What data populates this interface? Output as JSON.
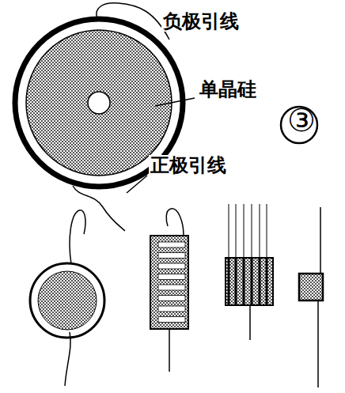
{
  "diagram": {
    "labels": [
      "负极引线",
      "单晶硅",
      "③",
      "正极引线"
    ]
  }
}
